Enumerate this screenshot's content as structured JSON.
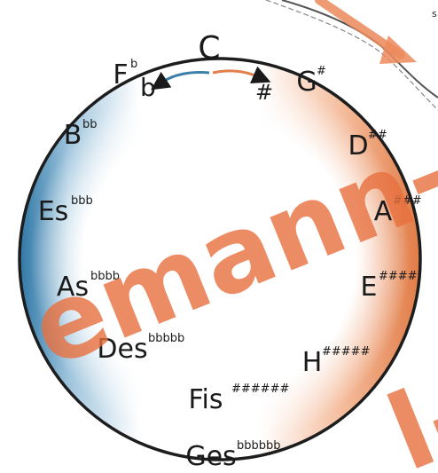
{
  "diagram": {
    "center_key": "C",
    "left_symbol": "b",
    "right_symbol": "#",
    "corner_text": "s",
    "colors": {
      "flat_side": "#3d7fa8",
      "sharp_side": "#e2804d",
      "watermark": "#e8703f",
      "ink": "#1a1a1a"
    },
    "keys": [
      {
        "name": "G",
        "accidentals": "#"
      },
      {
        "name": "D",
        "accidentals": "##"
      },
      {
        "name": "A",
        "accidentals": "###"
      },
      {
        "name": "E",
        "accidentals": "####"
      },
      {
        "name": "H",
        "accidentals": "#####"
      },
      {
        "name": "Fis",
        "accidentals": "######"
      },
      {
        "name": "Ges",
        "accidentals": "bbbbbb"
      },
      {
        "name": "Des",
        "accidentals": "bbbbb"
      },
      {
        "name": "As",
        "accidentals": "bbbb"
      },
      {
        "name": "Es",
        "accidentals": "bbb"
      },
      {
        "name": "B",
        "accidentals": "bb"
      },
      {
        "name": "F",
        "accidentals": "b"
      }
    ]
  },
  "watermark": {
    "text_1": "emann-",
    "text_2": "l-"
  }
}
